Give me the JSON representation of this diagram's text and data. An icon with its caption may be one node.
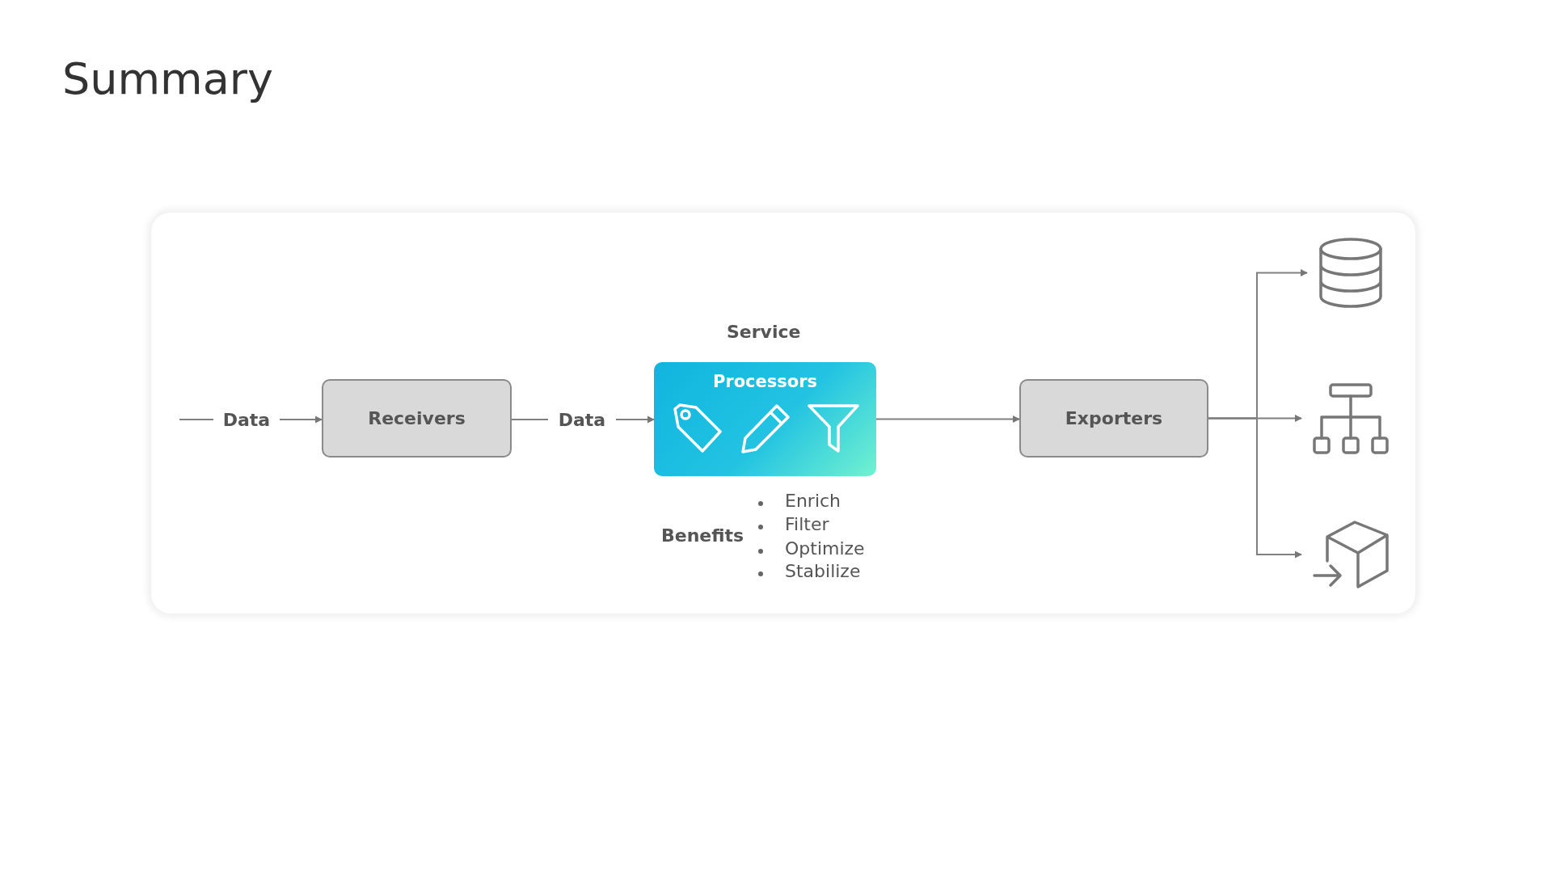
{
  "diagram": {
    "title": "Summary",
    "nodes": [
      {
        "text": [
          "Data"
        ]
      },
      {
        "text": [
          "Receivers"
        ]
      },
      {
        "text": [
          "Data"
        ]
      },
      {
        "text": [
          "Processors"
        ]
      },
      {
        "text": [
          "Exporters"
        ]
      },
      {
        "text": [],
        "shape": "cylinder"
      },
      {
        "text": [],
        "shape": "tree"
      },
      {
        "text": [],
        "shape": "cube"
      }
    ],
    "edges": [
      {
        "from": null,
        "to": 0,
        "arrow": "none"
      },
      {
        "from": 0,
        "to": 1,
        "arrow": "to"
      },
      {
        "from": 1,
        "to": 2,
        "arrow": "none"
      },
      {
        "from": 2,
        "to": 3,
        "arrow": "to"
      },
      {
        "from": 3,
        "to": 4,
        "arrow": "to"
      },
      {
        "from": 4,
        "to": 5,
        "arrow": "to"
      },
      {
        "from": 4,
        "to": 6,
        "arrow": "to"
      },
      {
        "from": 4,
        "to": 7,
        "arrow": "to"
      }
    ],
    "labels": [
      "Service",
      "Benefits",
      "Enrich",
      "Filter",
      "Optimize",
      "Stabilize"
    ]
  }
}
